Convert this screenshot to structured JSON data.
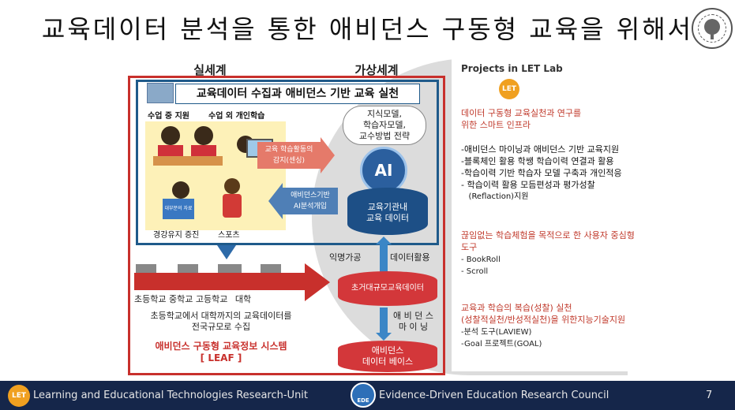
{
  "title": "교육데이터 분석을 통한 애비던스 구동형 교육을 위해서",
  "diagram": {
    "real_world": "실세계",
    "virtual_world": "가상세계",
    "main_box_title": "교육데이터 수집과 애비던스 기반 교육 실천",
    "in_class": "수업 중 지원",
    "out_class": "수업 외 개인학습",
    "health": "경강유지 증진",
    "sports": "스포츠",
    "book_label": "대부분의 자료",
    "sensing": "교육 학습활동의\n감지(센싱)",
    "ai_intervention": "애비던스기반\nAI분석개입",
    "models": "지식모델,\n학습자모델,\n교수방법 전략",
    "ai": "AI",
    "institution_db": "교육기관내\n교육 데이터",
    "anonymize": "익명가공",
    "data_use": "데이터활용",
    "big_db": "초거대규모교육데이터",
    "evidence_mining": "애 비 던 스\n마 이 닝",
    "evidence_db": "애비던스\n데이터 베이스",
    "schools": [
      "초등학교",
      "중학교",
      "고등학교",
      "대학"
    ],
    "collect_text": "초등학교에서 대학까지의 교육데이터를\n전국규모로 수집",
    "system_name": "애비던스 구동형 교육정보 시스템",
    "system_code": "[ LEAF ]"
  },
  "panel": {
    "heading": "Projects in LET Lab",
    "logo_text": "LET",
    "sec1_title": "데이터 구동형 교육실천과 연구를\n 위한 스마트 인프라",
    "sec1_items": [
      "-애비던스 마이닝과 애비던스 기반 교육지원",
      "-블록체인 활용 학쌩 학습이력 연결과 활용",
      "-학습이력 기반 학습자 모델 구축과 개인적응",
      "- 학습이력 활용 모듬편성과 평가성찰",
      "   (Reflaction)지원"
    ],
    "sec2_title": "끊임없는 학습체험을 목적으로 한 사용자 중심형\n도구",
    "sec2_items": [
      "- BookRoll",
      "- Scroll"
    ],
    "sec3_title": "교육과 학습의 복습(성찰) 실천\n(성찰적실천/반성적실천)을 위한지능기술지원",
    "sec3_items": [
      "-분석 도구(LAVIEW)",
      "-Goal 프로젝트(GOAL)"
    ]
  },
  "footer": {
    "left_logo": "LET",
    "left": "Learning and Educational Technologies Research-Unit",
    "center_logo": "EDE",
    "center": "Evidence-Driven Education Research Council",
    "page": "7"
  },
  "colors": {
    "red": "#c8302c",
    "blue": "#1f5a8a",
    "navy": "#15264a",
    "accent": "#f0a020"
  }
}
